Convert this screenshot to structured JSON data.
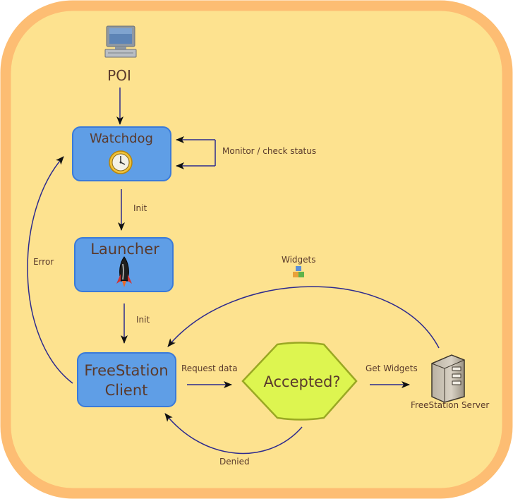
{
  "nodes": {
    "poi": "POI",
    "watchdog": "Watchdog",
    "launcher": "Launcher",
    "client_line1": "FreeStation",
    "client_line2": "Client",
    "decision": "Accepted?",
    "server": "FreeStation Server"
  },
  "edges": {
    "monitor": "Monitor / check status",
    "init_watchdog_launcher": "Init",
    "init_launcher_client": "Init",
    "error": "Error",
    "widgets": "Widgets",
    "request_data": "Request data",
    "get_widgets": "Get Widgets",
    "denied": "Denied"
  },
  "icons": {
    "poi": "computer-icon",
    "watchdog": "clock-icon",
    "launcher": "rocket-icon",
    "widgets": "widget-blocks-icon",
    "server": "server-tower-icon"
  },
  "colors": {
    "background": "#fde28f",
    "border": "#fdbd73",
    "node_fill": "#5f9ee6",
    "node_stroke": "#3a7ad9",
    "decision_fill": "#ddf550",
    "decision_stroke": "#9aa823",
    "edge": "#2d2a8e",
    "text": "#5a3a2c"
  }
}
